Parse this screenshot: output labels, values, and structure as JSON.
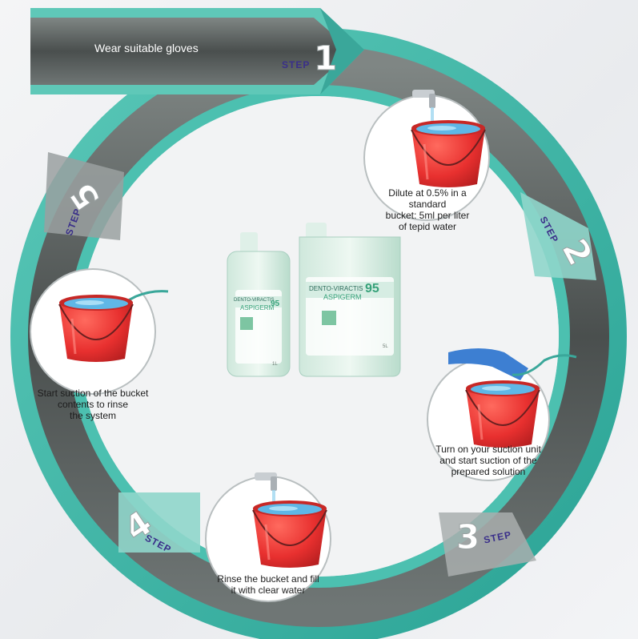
{
  "colors": {
    "teal": "#3fb8a8",
    "teal_dark": "#1f8e86",
    "step_text": "#3a2f8a",
    "bucket_red": "#e8302f"
  },
  "steps": [
    {
      "word": "STEP",
      "number": "1",
      "text": "Wear suitable gloves"
    },
    {
      "word": "STEP",
      "number": "2",
      "lines": [
        "Dilute at 0.5% in a standard",
        "bucket: 5ml per liter",
        "of tepid water"
      ]
    },
    {
      "word": "STEP",
      "number": "3",
      "lines": [
        "Turn on your suction unit",
        "and start suction of the",
        "prepared solution"
      ]
    },
    {
      "word": "STEP",
      "number": "4",
      "lines": [
        "Rinse the bucket and fill",
        "it with clear water"
      ]
    },
    {
      "word": "STEP",
      "number": "5",
      "lines": [
        "Start suction of the bucket",
        "contents to rinse",
        "the system"
      ]
    }
  ],
  "product": {
    "brand": "DENTO-VIRACTIS",
    "name": "ASPIGERM",
    "number": "95",
    "small_label": "1L",
    "large_label": "5L"
  }
}
